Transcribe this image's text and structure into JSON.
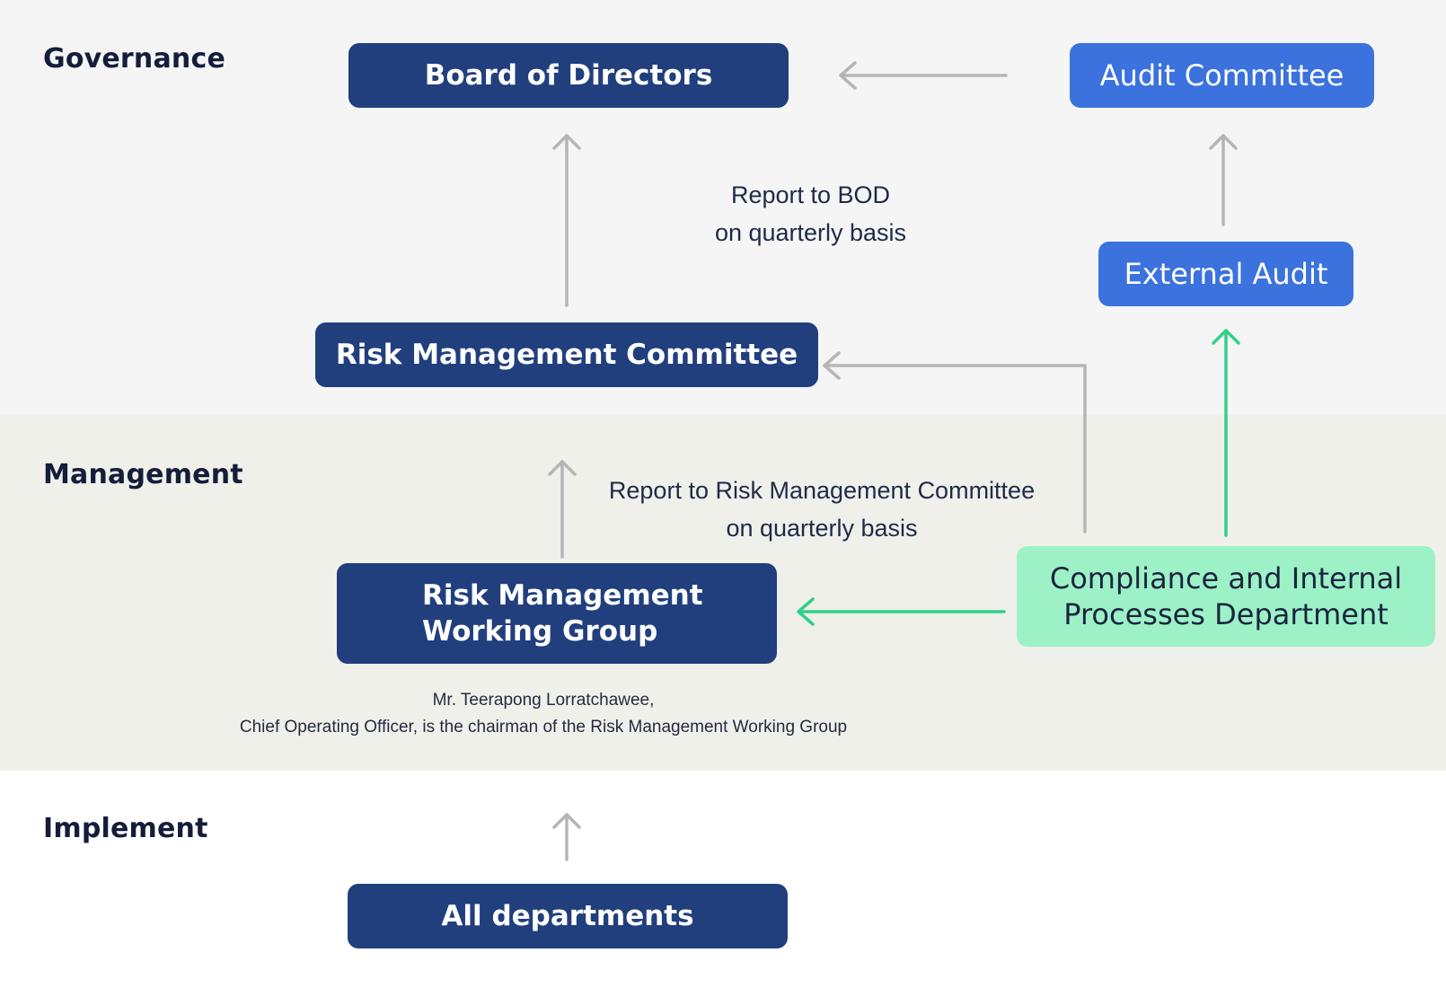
{
  "sections": {
    "governance": "Governance",
    "management": "Management",
    "implement": "Implement"
  },
  "nodes": {
    "board_of_directors": "Board of Directors",
    "audit_committee": "Audit Committee",
    "external_audit": "External Audit",
    "risk_management_committee": "Risk Management Committee",
    "risk_management_working_group": [
      "Risk Management",
      "Working Group"
    ],
    "compliance_department": [
      "Compliance and Internal",
      "Processes Department"
    ],
    "all_departments": "All departments"
  },
  "notes": {
    "report_to_bod": [
      "Report to BOD",
      "on quarterly basis"
    ],
    "report_to_rmc": [
      "Report to Risk Management Committee",
      "on quarterly basis"
    ],
    "chairman_note": [
      "Mr. Teerapong Lorratchawee,",
      "Chief Operating Officer, is the chairman of the Risk Management Working Group"
    ]
  },
  "colors": {
    "dark_box": "#213f7d",
    "blue_box": "#3b72de",
    "green_box": "#9cf2c6",
    "gray_arrow": "#b5b5b5",
    "green_arrow": "#2fd18a",
    "governance_band": "#f5f5f5",
    "management_band": "#f0f0ea"
  }
}
